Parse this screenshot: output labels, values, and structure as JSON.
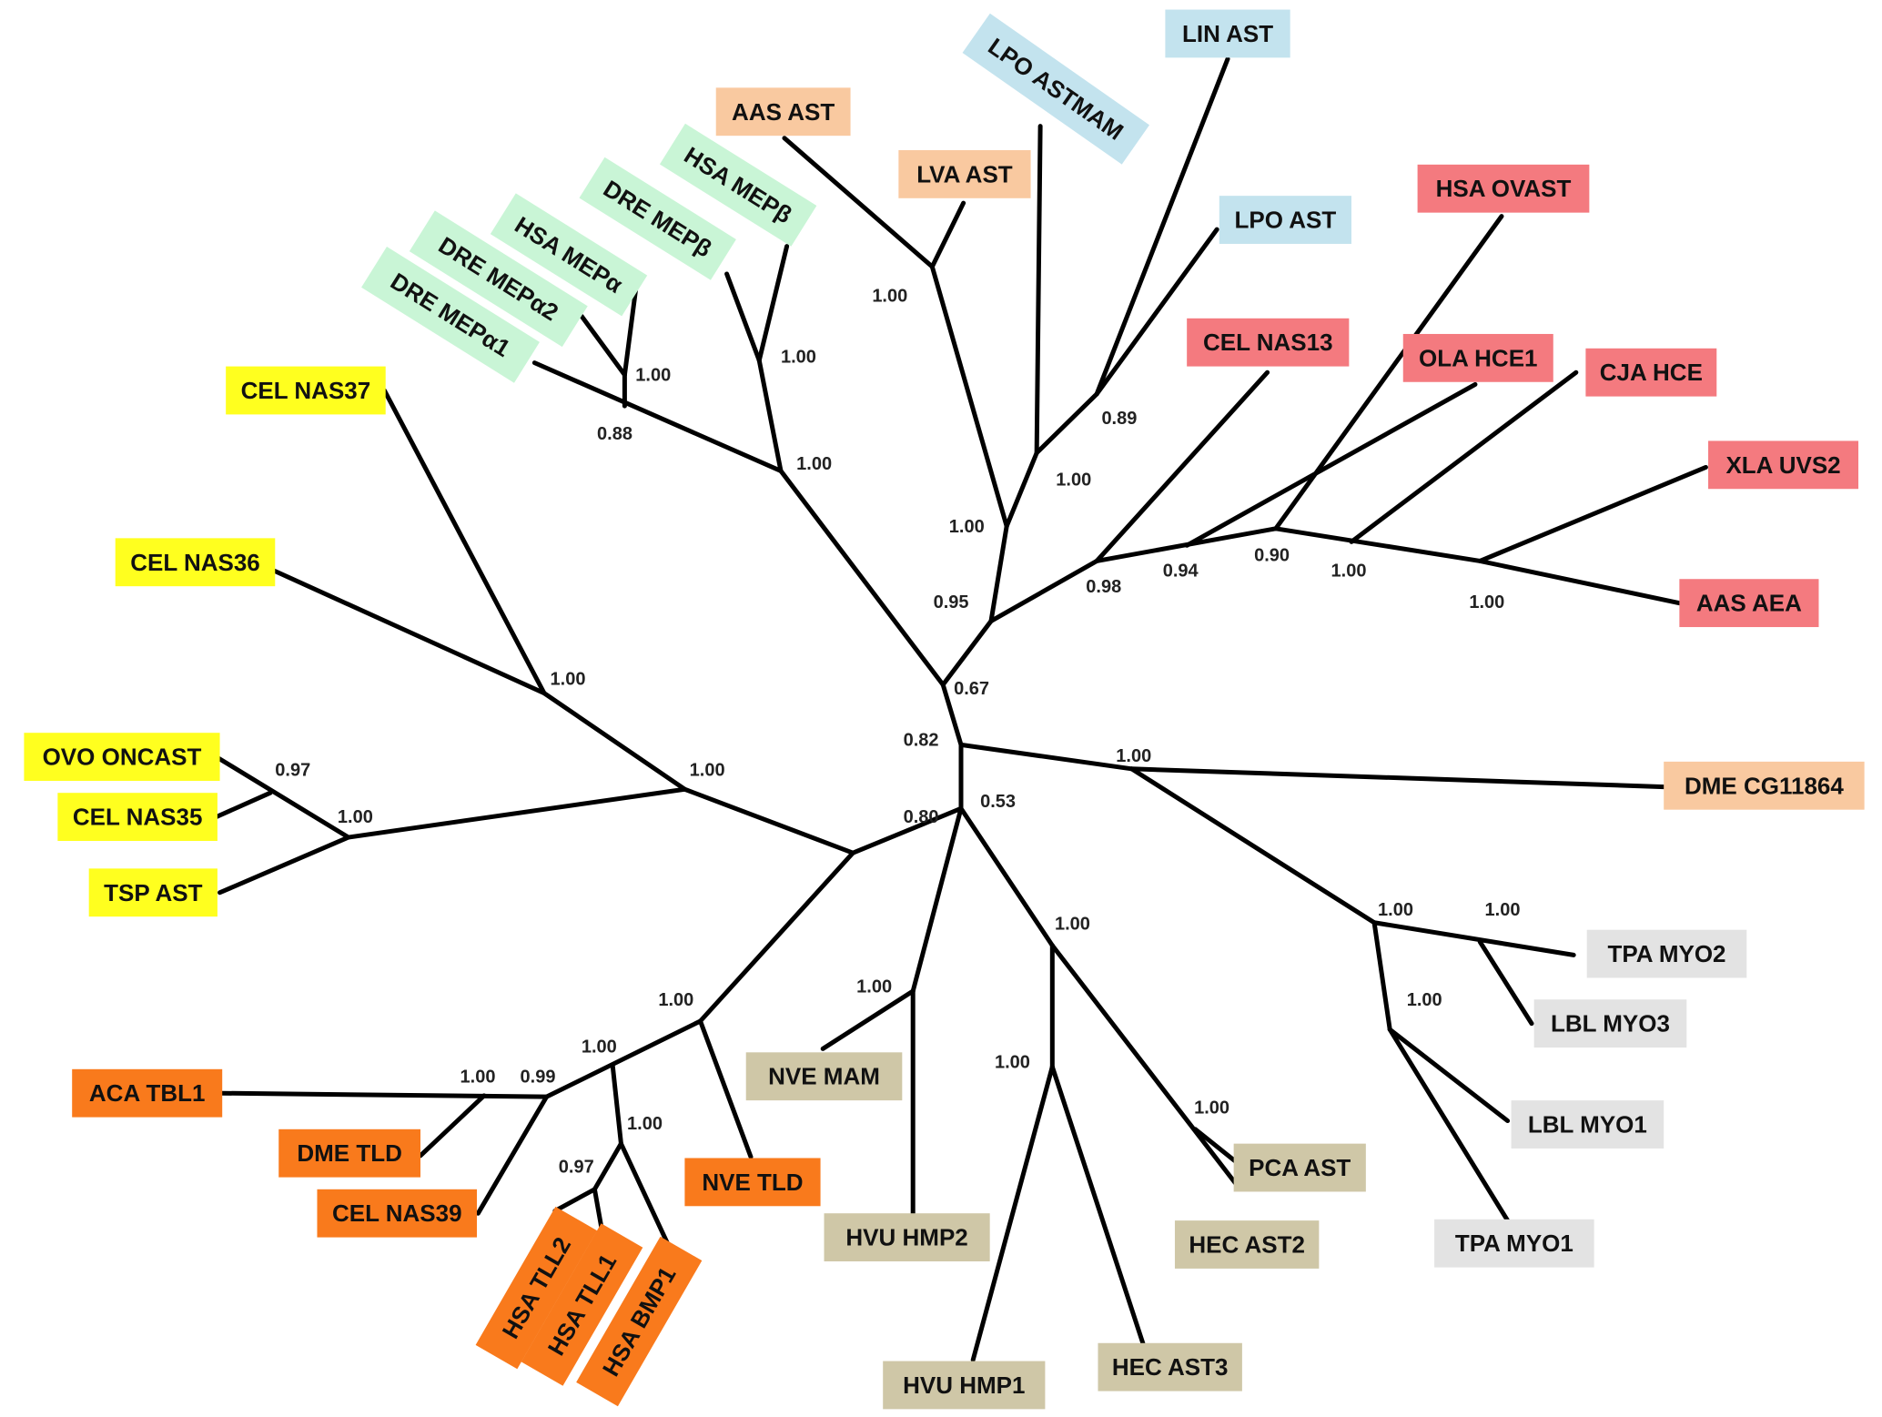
{
  "colors": {
    "yellow": "#ffff1f",
    "green": "#c9f5d6",
    "peach": "#f9c9a0",
    "blue": "#c3e3ee",
    "red": "#f47a7f",
    "orange": "#f97a1c",
    "khaki": "#cfc7a7",
    "lightgray": "#e3e3e3"
  },
  "leaves": [
    {
      "id": "lin-ast",
      "label": "LIN AST",
      "color": "blue"
    },
    {
      "id": "lpo-astmam",
      "label": "LPO ASTMAM",
      "color": "blue"
    },
    {
      "id": "aas-ast",
      "label": "AAS AST",
      "color": "peach"
    },
    {
      "id": "lva-ast",
      "label": "LVA AST",
      "color": "peach"
    },
    {
      "id": "lpo-ast",
      "label": "LPO AST",
      "color": "blue"
    },
    {
      "id": "hsa-ovast",
      "label": "HSA OVAST",
      "color": "red"
    },
    {
      "id": "hsa-mepb",
      "label": "HSA MEPβ",
      "color": "green"
    },
    {
      "id": "dre-mepb",
      "label": "DRE MEPβ",
      "color": "green"
    },
    {
      "id": "hsa-mepa",
      "label": "HSA MEPα",
      "color": "green"
    },
    {
      "id": "dre-mepa2",
      "label": "DRE MEPα2",
      "color": "green"
    },
    {
      "id": "dre-mepa1",
      "label": "DRE MEPα1",
      "color": "green"
    },
    {
      "id": "cel-nas13",
      "label": "CEL NAS13",
      "color": "red"
    },
    {
      "id": "ola-hce1",
      "label": "OLA HCE1",
      "color": "red"
    },
    {
      "id": "cja-hce",
      "label": "CJA HCE",
      "color": "red"
    },
    {
      "id": "xla-uvs2",
      "label": "XLA UVS2",
      "color": "red"
    },
    {
      "id": "aas-aea",
      "label": "AAS AEA",
      "color": "red"
    },
    {
      "id": "cel-nas37",
      "label": "CEL NAS37",
      "color": "yellow"
    },
    {
      "id": "cel-nas36",
      "label": "CEL NAS36",
      "color": "yellow"
    },
    {
      "id": "ovo-oncast",
      "label": "OVO ONCAST",
      "color": "yellow"
    },
    {
      "id": "cel-nas35",
      "label": "CEL NAS35",
      "color": "yellow"
    },
    {
      "id": "tsp-ast",
      "label": "TSP AST",
      "color": "yellow"
    },
    {
      "id": "dme-cg11864",
      "label": "DME CG11864",
      "color": "peach"
    },
    {
      "id": "tpa-myo2",
      "label": "TPA MYO2",
      "color": "lightgray"
    },
    {
      "id": "lbl-myo3",
      "label": "LBL MYO3",
      "color": "lightgray"
    },
    {
      "id": "lbl-myo1",
      "label": "LBL MYO1",
      "color": "lightgray"
    },
    {
      "id": "tpa-myo1",
      "label": "TPA MYO1",
      "color": "lightgray"
    },
    {
      "id": "aca-tbl1",
      "label": "ACA TBL1",
      "color": "orange"
    },
    {
      "id": "dme-tld",
      "label": "DME TLD",
      "color": "orange"
    },
    {
      "id": "cel-nas39",
      "label": "CEL NAS39",
      "color": "orange"
    },
    {
      "id": "nve-tld",
      "label": "NVE TLD",
      "color": "orange"
    },
    {
      "id": "hsa-tll2",
      "label": "HSA TLL2",
      "color": "orange"
    },
    {
      "id": "hsa-tll1",
      "label": "HSA TLL1",
      "color": "orange"
    },
    {
      "id": "hsa-bmp1",
      "label": "HSA BMP1",
      "color": "orange"
    },
    {
      "id": "nve-mam",
      "label": "NVE MAM",
      "color": "khaki"
    },
    {
      "id": "hvu-hmp2",
      "label": "HVU HMP2",
      "color": "khaki"
    },
    {
      "id": "hvu-hmp1",
      "label": "HVU HMP1",
      "color": "khaki"
    },
    {
      "id": "hec-ast3",
      "label": "HEC AST3",
      "color": "khaki"
    },
    {
      "id": "pca-ast",
      "label": "PCA AST",
      "color": "khaki"
    },
    {
      "id": "hec-ast2",
      "label": "HEC AST2",
      "color": "khaki"
    }
  ],
  "supports": [
    {
      "id": "s-lva",
      "value": "1.00"
    },
    {
      "id": "s-lin-lpo",
      "value": "0.89"
    },
    {
      "id": "s-lpo-group",
      "value": "1.00"
    },
    {
      "id": "s-peach-blue",
      "value": "1.00"
    },
    {
      "id": "s-mep-beta",
      "value": "1.00"
    },
    {
      "id": "s-mep-alpha",
      "value": "1.00"
    },
    {
      "id": "s-mep-alpha-all",
      "value": "0.88"
    },
    {
      "id": "s-mep-all",
      "value": "1.00"
    },
    {
      "id": "s-upper-right",
      "value": "0.95"
    },
    {
      "id": "s-red-0",
      "value": "0.98"
    },
    {
      "id": "s-red-1",
      "value": "0.94"
    },
    {
      "id": "s-red-2",
      "value": "0.90"
    },
    {
      "id": "s-red-3",
      "value": "1.00"
    },
    {
      "id": "s-red-4",
      "value": "1.00"
    },
    {
      "id": "s-root-top",
      "value": "0.67"
    },
    {
      "id": "s-root-mid",
      "value": "0.82"
    },
    {
      "id": "s-root-low",
      "value": "0.80"
    },
    {
      "id": "s-khaki-right",
      "value": "0.53"
    },
    {
      "id": "s-nas37",
      "value": "1.00"
    },
    {
      "id": "s-nas35",
      "value": "0.97"
    },
    {
      "id": "s-nas-small",
      "value": "1.00"
    },
    {
      "id": "s-yellow-all",
      "value": "1.00"
    },
    {
      "id": "s-dme-cg",
      "value": "1.00"
    },
    {
      "id": "s-myo",
      "value": "1.00"
    },
    {
      "id": "s-myo-23",
      "value": "1.00"
    },
    {
      "id": "s-myo-11",
      "value": "1.00"
    },
    {
      "id": "s-orange-all",
      "value": "1.00"
    },
    {
      "id": "s-orange-inner",
      "value": "1.00"
    },
    {
      "id": "s-tld",
      "value": "1.00"
    },
    {
      "id": "s-nas39",
      "value": "0.99"
    },
    {
      "id": "s-bmp",
      "value": "1.00"
    },
    {
      "id": "s-tll",
      "value": "0.97"
    },
    {
      "id": "s-hmp2",
      "value": "1.00"
    },
    {
      "id": "s-hec",
      "value": "1.00"
    },
    {
      "id": "s-hec3",
      "value": "1.00"
    },
    {
      "id": "s-pca",
      "value": "1.00"
    }
  ]
}
